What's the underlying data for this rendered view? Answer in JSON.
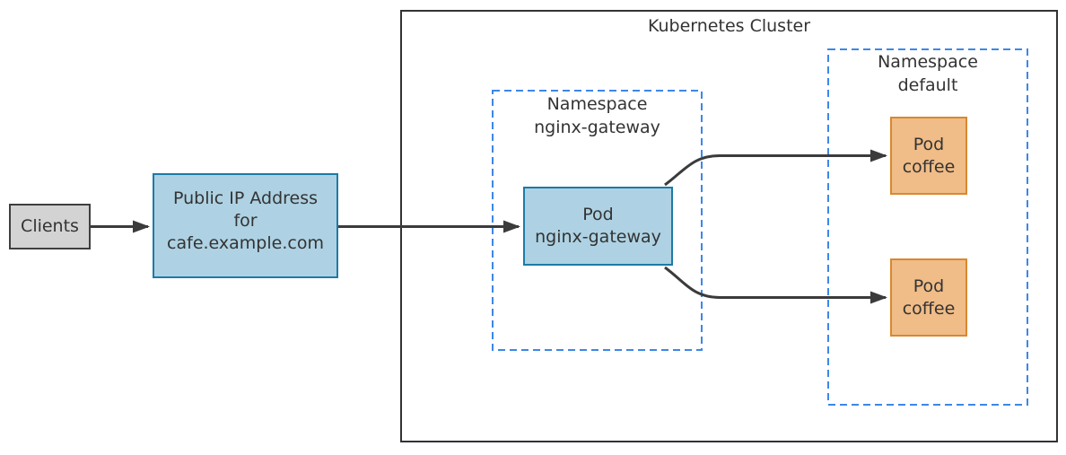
{
  "diagram": {
    "cluster_title": "Kubernetes Cluster",
    "nodes": {
      "clients": {
        "label": "Clients"
      },
      "public_ip": {
        "label": "Public IP Address\nfor\ncafe.example.com"
      },
      "namespace_gateway": {
        "label": "Namespace\nnginx-gateway"
      },
      "pod_gateway": {
        "label": "Pod\nnginx-gateway"
      },
      "namespace_default": {
        "label": "Namespace\ndefault"
      },
      "pod_coffee_1": {
        "label": "Pod\ncoffee"
      },
      "pod_coffee_2": {
        "label": "Pod\ncoffee"
      }
    },
    "colors": {
      "gray_fill": "#d3d3d3",
      "gray_border": "#3f3f3f",
      "blue_fill": "#aed2e3",
      "blue_border": "#1d7ba6",
      "orange_fill": "#f0bc87",
      "orange_border": "#d9882f",
      "dashed_border": "#3d87e8",
      "cluster_border": "#333333",
      "arrow": "#3b3b3b",
      "text": "#333333"
    }
  }
}
